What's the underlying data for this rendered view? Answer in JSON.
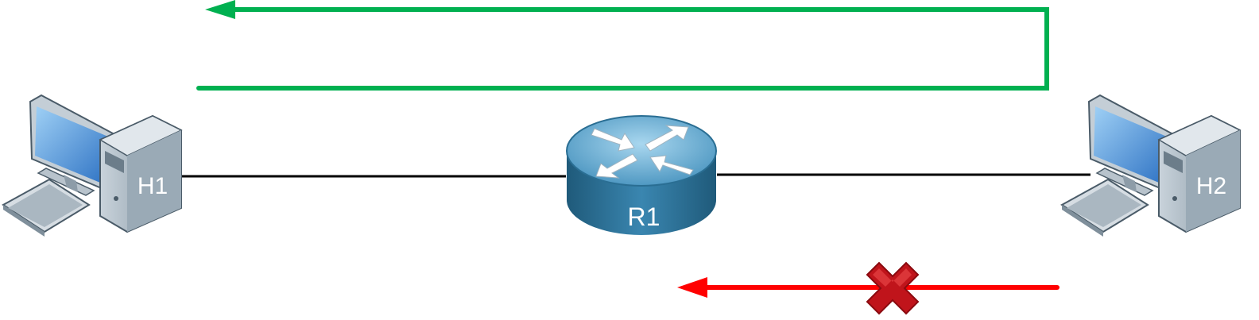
{
  "devices": {
    "h1": {
      "label": "H1",
      "icon": "desktop-computer-icon"
    },
    "r1": {
      "label": "R1",
      "icon": "router-icon"
    },
    "h2": {
      "label": "H2",
      "icon": "desktop-computer-icon"
    }
  },
  "links": [
    {
      "from": "H1",
      "to": "R1",
      "color": "#000000"
    },
    {
      "from": "R1",
      "to": "H2",
      "color": "#000000"
    }
  ],
  "flows": {
    "allowed_return": {
      "color": "#00b050",
      "status": "allowed"
    },
    "blocked_return": {
      "color": "#ff0000",
      "status": "blocked",
      "marker_icon": "red-x-icon"
    }
  },
  "colors": {
    "router_top": "#6fb2d6",
    "router_side": "#2a6e93",
    "computer_case": "#9fb0bd",
    "screen": "#4a8fd6"
  }
}
